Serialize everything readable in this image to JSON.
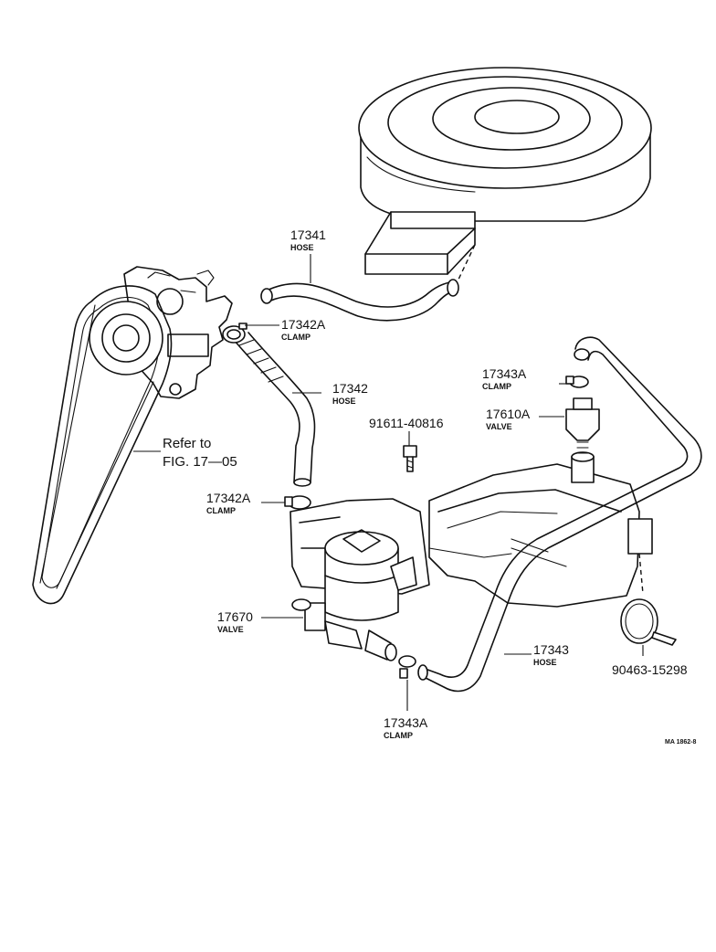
{
  "callouts": {
    "hose_17341": {
      "number": "17341",
      "name": "HOSE"
    },
    "clamp_17342a_top": {
      "number": "17342A",
      "name": "CLAMP"
    },
    "hose_17342": {
      "number": "17342",
      "name": "HOSE"
    },
    "clamp_17343a_top": {
      "number": "17343A",
      "name": "CLAMP"
    },
    "valve_17610a": {
      "number": "17610A",
      "name": "VALVE"
    },
    "bolt_91611": {
      "number": "91611-40816"
    },
    "refer": {
      "line1": "Refer to",
      "line2": "FIG. 17—05"
    },
    "clamp_17342a_low": {
      "number": "17342A",
      "name": "CLAMP"
    },
    "valve_17670": {
      "number": "17670",
      "name": "VALVE"
    },
    "hose_17343": {
      "number": "17343",
      "name": "HOSE"
    },
    "clamp_90463": {
      "number": "90463-15298"
    },
    "clamp_17343a_low": {
      "number": "17343A",
      "name": "CLAMP"
    }
  },
  "figure_code": "MA 1862-8"
}
